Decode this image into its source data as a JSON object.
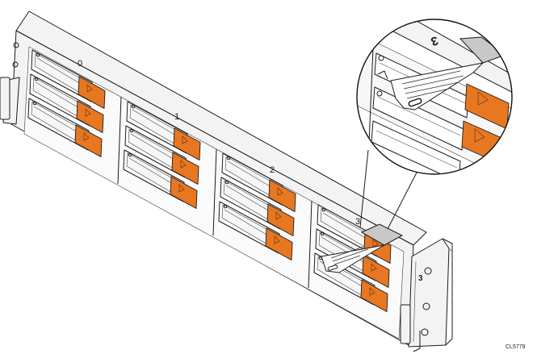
{
  "figure": {
    "id_label": "CL5779",
    "latch_color": "#E87722",
    "bay_column_labels": [
      "0",
      "1",
      "2",
      "3"
    ],
    "chassis_side_label": "3",
    "zoom_bay_label": "3"
  }
}
